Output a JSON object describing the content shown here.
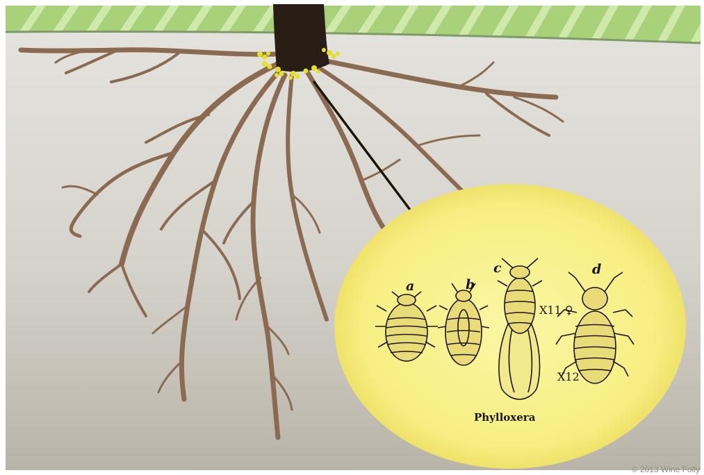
{
  "diagram": {
    "caption": "Phylloxera",
    "copyright": "© 2013 Wine Folly",
    "specimens": [
      {
        "letter": "a",
        "magnification": ""
      },
      {
        "letter": "b",
        "magnification": ""
      },
      {
        "letter": "c",
        "magnification": "X11 ♀"
      },
      {
        "letter": "d",
        "magnification": "X12"
      }
    ],
    "colors": {
      "soil_top": "#e3e1dc",
      "soil_bottom": "#bdb8ad",
      "grass": "#a6cf76",
      "grass_stripe": "#cbe7a6",
      "trunk": "#2a1d16",
      "root": "#8b6a52",
      "insect_cluster": "#e4df2a",
      "magnifier_fill": "#f8f08a",
      "ink": "#1a1405"
    }
  }
}
